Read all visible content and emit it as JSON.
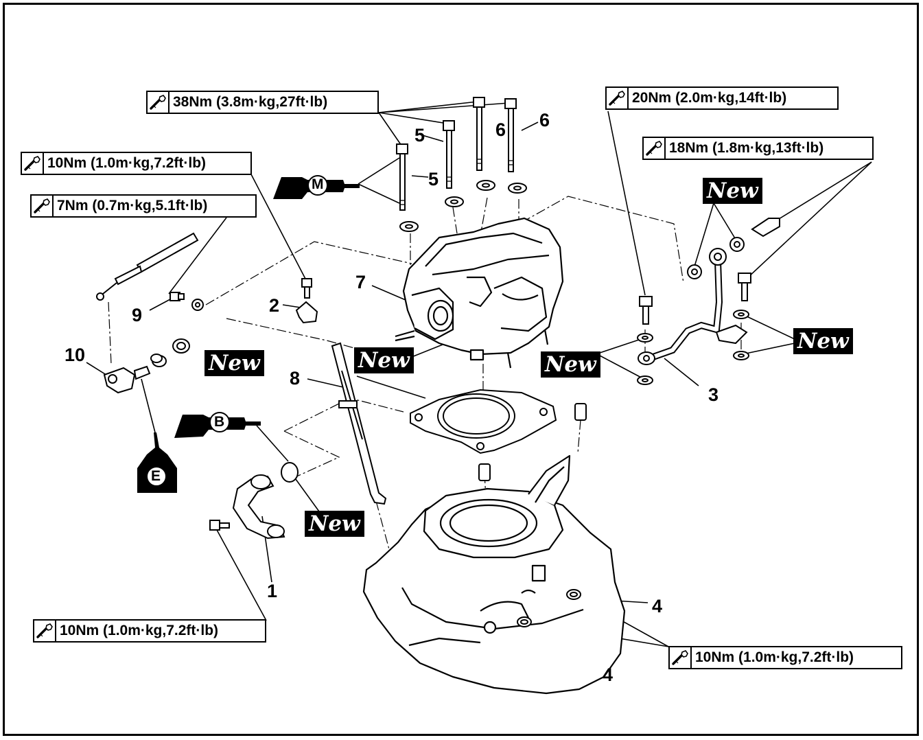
{
  "torque_labels": [
    {
      "value": "38Nm (3.8m·kg,27ft·lb)"
    },
    {
      "value": "10Nm (1.0m·kg,7.2ft·lb)"
    },
    {
      "value": "7Nm (0.7m·kg,5.1ft·lb)"
    },
    {
      "value": "20Nm (2.0m·kg,14ft·lb)"
    },
    {
      "value": "18Nm (1.8m·kg,13ft·lb)"
    },
    {
      "value": "10Nm (1.0m·kg,7.2ft·lb)"
    },
    {
      "value": "10Nm (1.0m·kg,7.2ft·lb)"
    }
  ],
  "new_label": "New",
  "lubricant_labels": {
    "molybdenum": "M",
    "grease": "B",
    "oil": "E"
  },
  "part_numbers": [
    "1",
    "2",
    "3",
    "4",
    "4",
    "5",
    "5",
    "6",
    "6",
    "7",
    "8",
    "9",
    "10"
  ],
  "colors": {
    "ink": "#000000",
    "paper": "#ffffff"
  },
  "icons": [
    "torque-wrench-icon",
    "molybdenum-disulfide-oil-icon",
    "grease-gun-icon",
    "engine-oil-can-icon"
  ]
}
